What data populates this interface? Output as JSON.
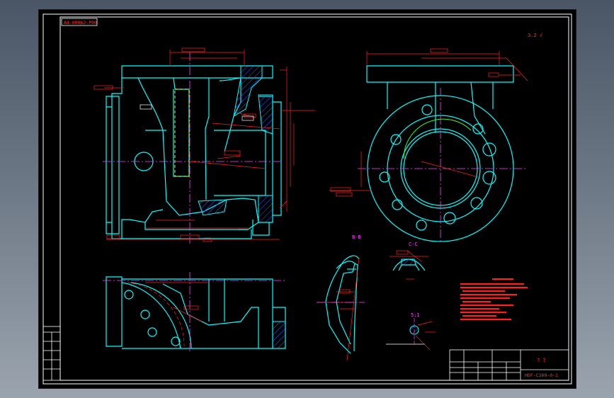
{
  "drawing": {
    "top_tag": "A4-00062-P00",
    "roughness_note": "3.2 √",
    "section_bb": "B-B",
    "section_cc": "C-C",
    "detail_scale": "5:1",
    "title_block_title": "? ?",
    "drawing_number": "HDF-C200-0-1"
  },
  "colors": {
    "background": "#000000",
    "outline": "#00ffff",
    "border": "#ffffff",
    "dimension": "#ff2020",
    "hatch": "#2040ff",
    "center": "#ff00ff",
    "hidden": "#ffff00",
    "accent": "#00ff00"
  }
}
